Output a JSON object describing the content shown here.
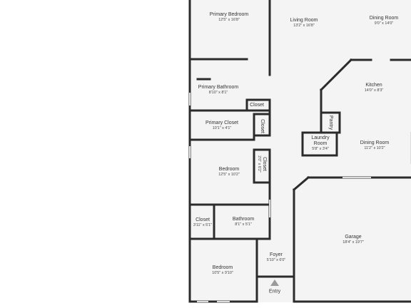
{
  "colors": {
    "wall": "#2b2b2b",
    "floor": "#f4f4f4",
    "background": "#ffffff",
    "door_gap": "#dcdcdc",
    "entry_arrow": "#9a9a9a"
  },
  "rooms": [
    {
      "id": "primary-bedroom",
      "name": "Primary Bedroom",
      "dims": "12'5\" x 16'8\""
    },
    {
      "id": "living-room",
      "name": "Living Room",
      "dims": "13'2\" x 16'8\""
    },
    {
      "id": "dining-room-1",
      "name": "Dining Room",
      "dims": "9'0\" x 14'0\""
    },
    {
      "id": "kitchen",
      "name": "Kitchen",
      "dims": "14'0\" x 8'3\""
    },
    {
      "id": "primary-bathroom",
      "name": "Primary Bathroom",
      "dims": "8'10\" x 8'1\""
    },
    {
      "id": "closet-1",
      "name": "Closet",
      "dims": ""
    },
    {
      "id": "closet-2",
      "name": "Closet",
      "dims": ""
    },
    {
      "id": "primary-closet",
      "name": "Primary Closet",
      "dims": "10'1\" x 4'1\""
    },
    {
      "id": "pantry",
      "name": "Pantry",
      "dims": ""
    },
    {
      "id": "laundry-room",
      "name": "Laundry Room",
      "dims": "5'8\" x 3'4\""
    },
    {
      "id": "dining-room-2",
      "name": "Dining Room",
      "dims": "11'2\" x 10'2\""
    },
    {
      "id": "closet-3",
      "name": "Closet",
      "dims": "2'0\" x 6'2\""
    },
    {
      "id": "bedroom-1",
      "name": "Bedroom",
      "dims": "12'5\" x 10'2\""
    },
    {
      "id": "closet-4",
      "name": "Closet",
      "dims": "3'11\" x 5'1\""
    },
    {
      "id": "bathroom",
      "name": "Bathroom",
      "dims": "8'1\" x 5'1\""
    },
    {
      "id": "garage",
      "name": "Garage",
      "dims": "18'4\" x 19'7\""
    },
    {
      "id": "foyer",
      "name": "Foyer",
      "dims": "5'10\" x 6'0\""
    },
    {
      "id": "bedroom-2",
      "name": "Bedroom",
      "dims": "10'5\" x 9'10\""
    }
  ],
  "entry": {
    "label": "Entry"
  }
}
